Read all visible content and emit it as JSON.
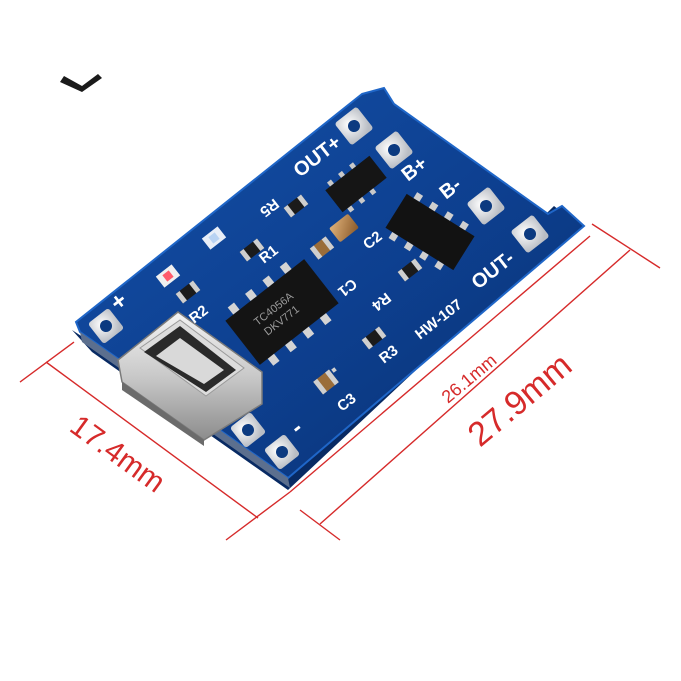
{
  "image": {
    "subject": "TP4056 style lithium battery charger module with micro USB port",
    "colors": {
      "board": "#0d3f8f",
      "board_edge": "#1e5fc0",
      "pad": "#dadde2",
      "silkscreen": "#ffffff",
      "dimension_lines": "#d62a2a",
      "chip": "#151515"
    }
  },
  "dimensions": {
    "width_label": "17.4mm",
    "inner_length_label": "26.1mm",
    "outer_length_label": "27.9mm"
  },
  "silkscreen": {
    "out_plus": "OUT+",
    "out_minus": "OUT-",
    "b_plus": "B+",
    "b_minus": "B-",
    "plus": "+",
    "minus": "-",
    "model": "HW-107",
    "r1": "R1",
    "r2": "R2",
    "r3": "R3",
    "r4": "R4",
    "r5": "R5",
    "c1": "C1",
    "c2": "C2",
    "c3": "C3"
  },
  "chip": {
    "line1": "TC4056A",
    "line2": "DKV771"
  }
}
